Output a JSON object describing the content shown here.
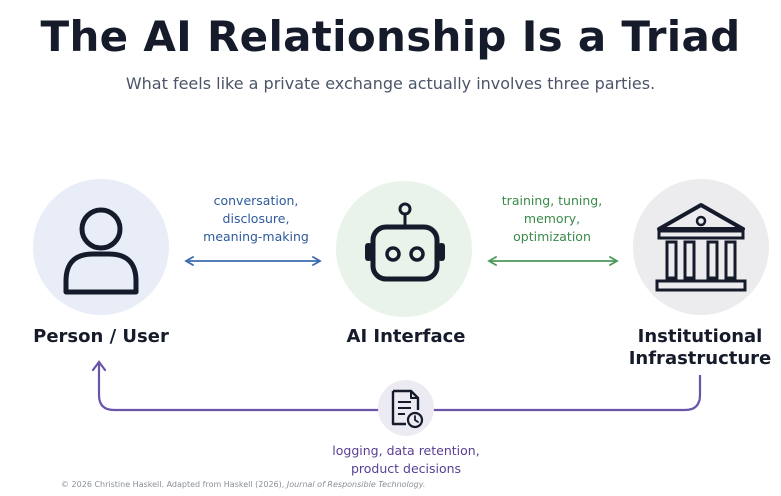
{
  "title": "The AI Relationship Is a Triad",
  "subtitle": "What feels like a private exchange actually involves three parties.",
  "nodes": {
    "user": {
      "label": "Person / User",
      "icon": "person-icon"
    },
    "ai": {
      "label": "AI Interface",
      "icon": "robot-icon"
    },
    "institution": {
      "label_line1": "Institutional",
      "label_line2": "Infrastructure",
      "icon": "institution-building-icon"
    }
  },
  "edges": {
    "user_ai": [
      "conversation,",
      "disclosure,",
      "meaning-making"
    ],
    "ai_institution": [
      "training, tuning,",
      "memory,",
      "optimization"
    ],
    "institution_user": [
      "logging, data retention,",
      "product decisions"
    ]
  },
  "footer": {
    "text": "© 2026 Christine Haskell. Adapted from Haskell (2026),",
    "journal": "Journal of Responsible Technology."
  },
  "colors": {
    "user_ai_arrow": "#3a6bb0",
    "ai_institution_arrow": "#4c9a5a",
    "return_arrow": "#6b55a8",
    "icon_stroke": "#161b2b"
  }
}
